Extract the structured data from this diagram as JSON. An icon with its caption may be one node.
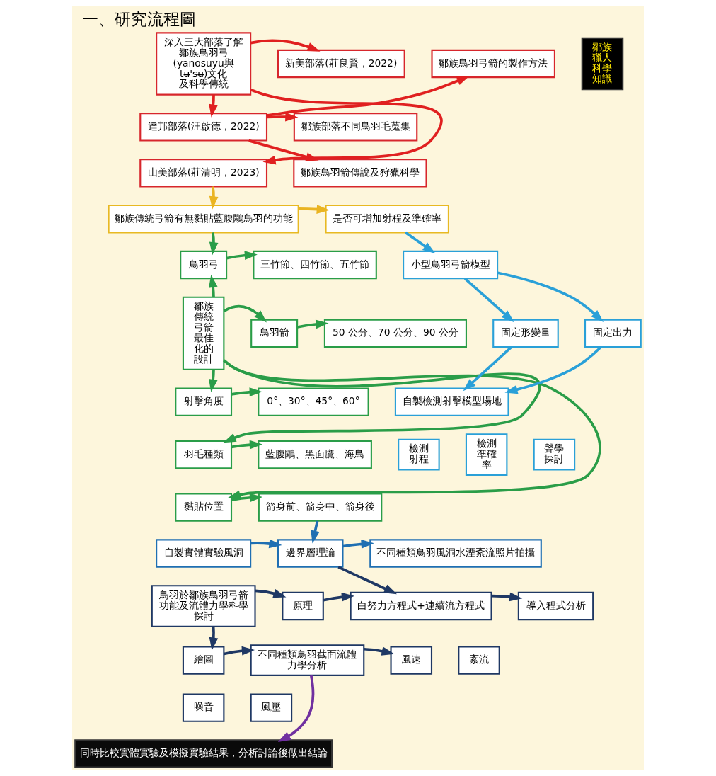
{
  "diagram": {
    "title": "一、研究流程圖",
    "nodes": [
      {
        "text": [
          "深入三大部落了解鄒族鳥羽弓(yanosuyu與 tʉ'sʉ)文化及科學傳統"
        ]
      },
      {
        "text": [
          "新美部落(莊良賢，2022)"
        ]
      },
      {
        "text": [
          "達邦部落(汪啟德，2022)"
        ]
      },
      {
        "text": [
          "山美部落(莊清明，2023)"
        ]
      },
      {
        "text": [
          "鄒族鳥羽弓箭的製作方法"
        ]
      },
      {
        "text": [
          "鄒族部落不同鳥羽毛蒐集"
        ]
      },
      {
        "text": [
          "鄒族鳥羽箭傳說及狩獵科學"
        ]
      },
      {
        "text": [
          "鄒族獵人科學知識"
        ]
      },
      {
        "text": [
          "鄒族傳統弓箭有無黏貼藍腹鷴鳥羽的功能"
        ]
      },
      {
        "text": [
          "是否可增加射程及準確率"
        ]
      },
      {
        "text": [
          "鄒族傳統弓箭最佳化的設計"
        ]
      },
      {
        "text": [
          "鳥羽弓"
        ]
      },
      {
        "text": [
          "三竹節、四竹節、五竹節"
        ]
      },
      {
        "text": [
          "鳥羽箭"
        ]
      },
      {
        "text": [
          "50 公分、70 公分、90 公分"
        ]
      },
      {
        "text": [
          "射擊角度"
        ]
      },
      {
        "text": [
          "0°、30°、45°、60°"
        ]
      },
      {
        "text": [
          "羽毛種類"
        ]
      },
      {
        "text": [
          "藍腹鷴、黑面鷹、海鳥"
        ]
      },
      {
        "text": [
          "黏貼位置"
        ]
      },
      {
        "text": [
          "箭身前、箭身中、箭身後"
        ]
      },
      {
        "text": [
          "小型鳥羽弓箭模型"
        ]
      },
      {
        "text": [
          "固定形變量"
        ]
      },
      {
        "text": [
          "固定出力"
        ]
      },
      {
        "text": [
          "自製檢測射擊模型場地"
        ]
      },
      {
        "text": [
          "檢測射程"
        ]
      },
      {
        "text": [
          "檢測準確率"
        ]
      },
      {
        "text": [
          "聲學探討"
        ]
      },
      {
        "text": [
          "自製實體實驗風洞"
        ]
      },
      {
        "text": [
          "邊界層理論"
        ]
      },
      {
        "text": [
          "不同種類鳥羽風洞水湮紊流照片拍攝"
        ]
      },
      {
        "text": [
          "鳥羽於鄒族鳥羽弓箭功能及流體力學科學探討"
        ]
      },
      {
        "text": [
          "原理"
        ]
      },
      {
        "text": [
          "白努力方程式+連續流方程式"
        ]
      },
      {
        "text": [
          "導入程式分析"
        ]
      },
      {
        "text": [
          "繪圖"
        ]
      },
      {
        "text": [
          "不同種類鳥羽截面流體力學分析"
        ]
      },
      {
        "text": [
          "風速"
        ]
      },
      {
        "text": [
          "紊流"
        ]
      },
      {
        "text": [
          "噪音"
        ]
      },
      {
        "text": [
          "風壓"
        ]
      },
      {
        "text": [
          "同時比較實體實驗及模擬實驗結果，分析討論後做出結論"
        ]
      }
    ],
    "edges": [
      {
        "from": 0,
        "to": 1,
        "arrow": "to",
        "color": "#e02020"
      },
      {
        "from": 0,
        "to": 2,
        "arrow": "to",
        "color": "#e02020"
      },
      {
        "from": 0,
        "to": 3,
        "arrow": "to",
        "color": "#e02020"
      },
      {
        "from": 2,
        "to": 4,
        "arrow": "to",
        "color": "#e02020"
      },
      {
        "from": 2,
        "to": 5,
        "arrow": "to",
        "color": "#e02020"
      },
      {
        "from": 2,
        "to": 6,
        "arrow": "to",
        "color": "#e02020"
      },
      {
        "from": 3,
        "to": 8,
        "arrow": "to",
        "color": "#eab422"
      },
      {
        "from": 8,
        "to": 9,
        "arrow": "to",
        "color": "#eab422"
      },
      {
        "from": 8,
        "to": 11,
        "arrow": "to",
        "color": "#2a9d48"
      },
      {
        "from": 10,
        "to": 11,
        "arrow": "to",
        "color": "#2a9d48"
      },
      {
        "from": 10,
        "to": 13,
        "arrow": "to",
        "color": "#2a9d48"
      },
      {
        "from": 10,
        "to": 15,
        "arrow": "to",
        "color": "#2a9d48"
      },
      {
        "from": 10,
        "to": 17,
        "arrow": "to",
        "color": "#2a9d48"
      },
      {
        "from": 10,
        "to": 19,
        "arrow": "to",
        "color": "#2a9d48"
      },
      {
        "from": 11,
        "to": 12,
        "arrow": "to",
        "color": "#2a9d48"
      },
      {
        "from": 13,
        "to": 14,
        "arrow": "to",
        "color": "#2a9d48"
      },
      {
        "from": 15,
        "to": 16,
        "arrow": "to",
        "color": "#2a9d48"
      },
      {
        "from": 17,
        "to": 18,
        "arrow": "to",
        "color": "#2a9d48"
      },
      {
        "from": 19,
        "to": 20,
        "arrow": "to",
        "color": "#2a9d48"
      },
      {
        "from": 9,
        "to": 21,
        "arrow": "to",
        "color": "#2aa0d8"
      },
      {
        "from": 21,
        "to": 22,
        "arrow": "to",
        "color": "#2aa0d8"
      },
      {
        "from": 21,
        "to": 23,
        "arrow": "to",
        "color": "#2aa0d8"
      },
      {
        "from": 22,
        "to": 24,
        "arrow": "to",
        "color": "#2aa0d8"
      },
      {
        "from": 23,
        "to": 24,
        "arrow": "to",
        "color": "#2aa0d8"
      },
      {
        "from": 20,
        "to": 29,
        "arrow": "to",
        "color": "#1f6fb2"
      },
      {
        "from": 28,
        "to": 29,
        "arrow": "to",
        "color": "#1f6fb2"
      },
      {
        "from": 29,
        "to": 30,
        "arrow": "to",
        "color": "#1f6fb2"
      },
      {
        "from": 29,
        "to": 33,
        "arrow": "to",
        "color": "#1f3864"
      },
      {
        "from": 31,
        "to": 32,
        "arrow": "to",
        "color": "#1f3864"
      },
      {
        "from": 31,
        "to": 35,
        "arrow": "to",
        "color": "#1f3864"
      },
      {
        "from": 32,
        "to": 33,
        "arrow": "to",
        "color": "#1f3864"
      },
      {
        "from": 33,
        "to": 34,
        "arrow": "to",
        "color": "#1f3864"
      },
      {
        "from": 35,
        "to": 36,
        "arrow": "to",
        "color": "#1f3864"
      },
      {
        "from": 36,
        "to": 37,
        "arrow": "to",
        "color": "#1f3864"
      },
      {
        "from": 36,
        "to": 41,
        "arrow": "to",
        "color": "#7030a0"
      }
    ]
  }
}
